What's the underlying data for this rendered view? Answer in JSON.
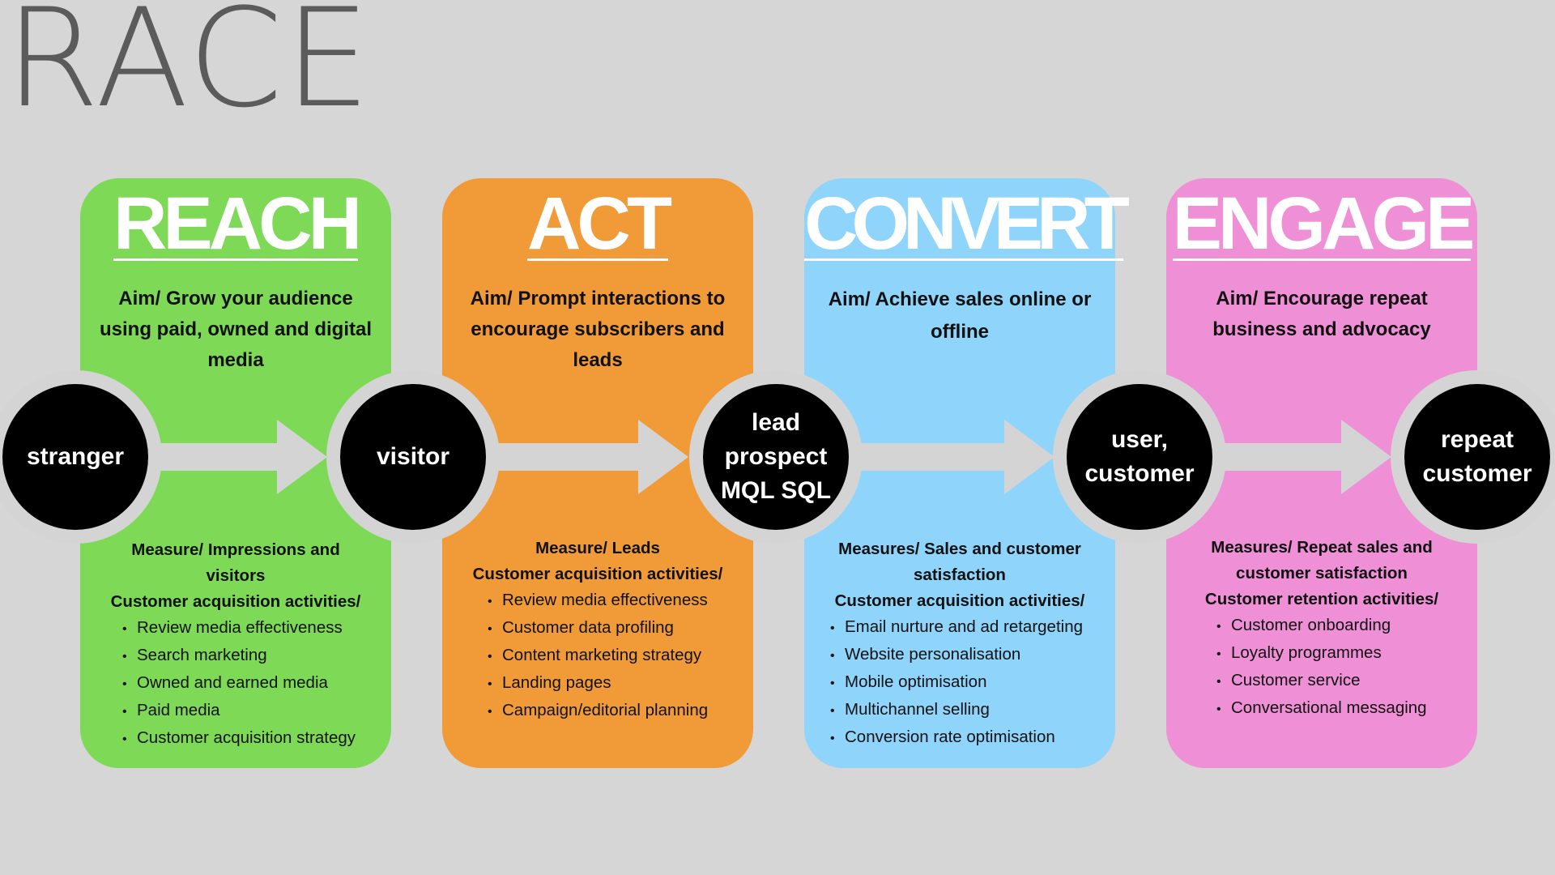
{
  "title": "RACE",
  "colors": {
    "background": "#d6d6d6",
    "title_text": "#5b5b5b",
    "reach": "#7ed957",
    "act": "#f09b38",
    "convert": "#8ed4fb",
    "engage": "#ef8fd6",
    "node": "#000000",
    "arrow": "#d4d4d4"
  },
  "stages": [
    {
      "heading": "REACH",
      "aim": "Aim/ Grow your audience using paid, owned and digital media",
      "measure": "Measure/ Impressions and visitors",
      "activities_title": "Customer acquisition activities/",
      "activities": [
        "Review media effectiveness",
        "Search marketing",
        "Owned and earned media",
        "Paid media",
        "Customer acquisition strategy"
      ]
    },
    {
      "heading": "ACT",
      "aim": "Aim/ Prompt interactions to encourage subscribers and leads",
      "measure": "Measure/ Leads",
      "activities_title": "Customer acquisition activities/",
      "activities": [
        "Review media effectiveness",
        "Customer data profiling",
        "Content marketing strategy",
        "Landing pages",
        "Campaign/editorial planning"
      ]
    },
    {
      "heading": "CONVERT",
      "aim": "Aim/ Achieve sales online or offline",
      "measure": "Measures/ Sales and customer satisfaction",
      "activities_title": "Customer acquisition activities/",
      "activities": [
        "Email nurture and ad retargeting",
        "Website personalisation",
        "Mobile optimisation",
        "Multichannel selling",
        "Conversion rate optimisation"
      ]
    },
    {
      "heading": "ENGAGE",
      "aim": "Aim/ Encourage repeat business and advocacy",
      "measure": "Measures/ Repeat sales and customer satisfaction",
      "activities_title": "Customer retention activities/",
      "activities": [
        "Customer onboarding",
        "Loyalty programmes",
        "Customer service",
        "Conversational messaging"
      ]
    }
  ],
  "nodes": [
    "stranger",
    "visitor",
    "lead\nprospect\nMQL SQL",
    "user,\ncustomer",
    "repeat\ncustomer"
  ]
}
